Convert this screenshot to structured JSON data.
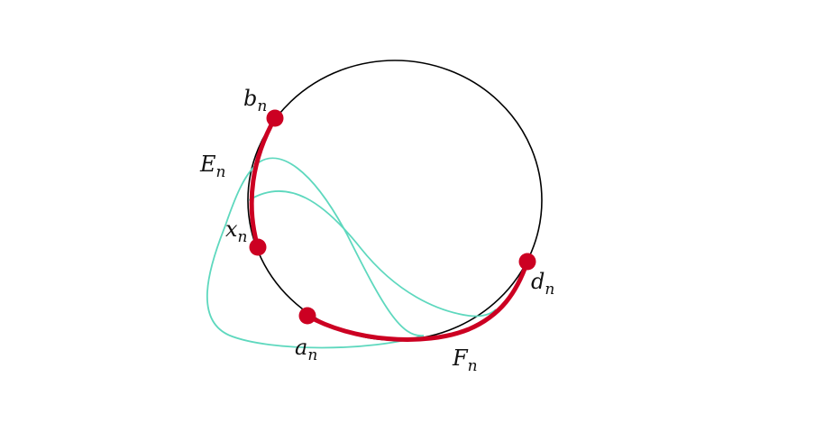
{
  "colors": {
    "background": "#ffffff",
    "circle": "#000000",
    "arc": "#cc0022",
    "point": "#cc0022",
    "curve": "#5ed8be"
  },
  "points": {
    "b": {
      "base": "b",
      "sub": "n"
    },
    "x": {
      "base": "x",
      "sub": "n"
    },
    "a": {
      "base": "a",
      "sub": "n"
    },
    "d": {
      "base": "d",
      "sub": "n"
    }
  },
  "arcs": {
    "E": {
      "base": "E",
      "sub": "n"
    },
    "F": {
      "base": "F",
      "sub": "n"
    }
  }
}
